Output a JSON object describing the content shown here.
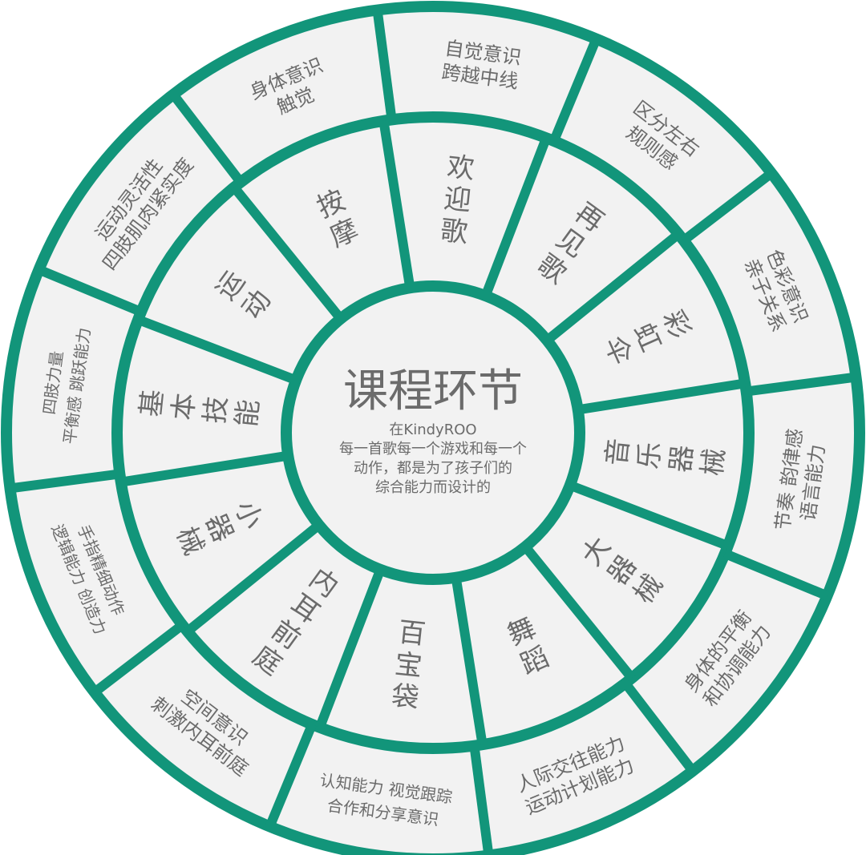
{
  "colors": {
    "ring": "#12957a",
    "sector": "#f2f2f2",
    "text": "#6b6b6b"
  },
  "center": {
    "title": "课程环节",
    "lines": [
      "在KindyROO",
      "每一首歌每一个游戏和每一个",
      "动作，都是为了孩子们的",
      "综合能力而设计的"
    ]
  },
  "sections": [
    {
      "name": "欢迎歌",
      "outer": [
        "自觉意识",
        "跨越中线"
      ]
    },
    {
      "name": "再见歌",
      "outer": [
        "区分左右",
        "规则感"
      ]
    },
    {
      "name": "彩虹伞",
      "outer": [
        "色彩意识",
        "亲子关系"
      ]
    },
    {
      "name": "音乐器械",
      "outer": [
        "节奏 韵律感",
        "语言能力"
      ]
    },
    {
      "name": "大器械",
      "outer": [
        "身体的平衡",
        "和协调能力"
      ]
    },
    {
      "name": "舞蹈",
      "outer": [
        "人际交往能力",
        "运动计划能力"
      ]
    },
    {
      "name": "百宝袋",
      "outer": [
        "认知能力 视觉跟踪",
        "合作和分享意识"
      ]
    },
    {
      "name": "内耳前庭",
      "outer": [
        "空间意识",
        "刺激内耳前庭"
      ]
    },
    {
      "name": "小器械",
      "outer": [
        "手指精细动作",
        "逻辑能力 创造力"
      ]
    },
    {
      "name": "基本技能",
      "outer": [
        "四肢力量",
        "平衡感 跳跃能力"
      ]
    },
    {
      "name": "运动",
      "outer": [
        "运动灵活性",
        "四肢肌肉紧实度"
      ]
    },
    {
      "name": "按摩",
      "outer": [
        "身体意识",
        "触觉"
      ]
    }
  ]
}
